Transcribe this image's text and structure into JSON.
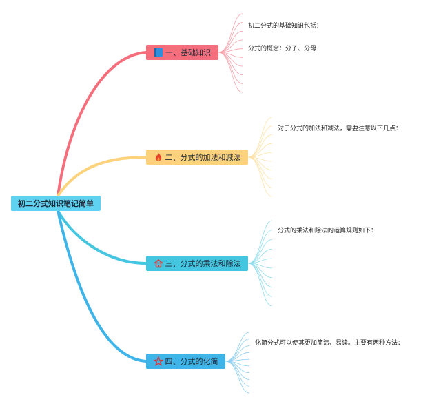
{
  "root": {
    "label": "初二分式知识笔记简单"
  },
  "branches": [
    {
      "label": "一、基础知识",
      "icon": "blue-flag-icon",
      "color": "#f56e7c",
      "notes": [
        "初二分式的基础知识包括：",
        "分式的概念：分子、分母"
      ]
    },
    {
      "label": "二、分式的加法和减法",
      "icon": "fire-icon",
      "color": "#fdd27d",
      "notes": [
        "对于分式的加法和减法，需要注意以下几点："
      ]
    },
    {
      "label": "三、分式的乘法和除法",
      "icon": "house-icon",
      "color": "#45c6e0",
      "notes": [
        "分式的乘法和除法的运算规则如下："
      ]
    },
    {
      "label": "四、分式的化简",
      "icon": "star-icon",
      "color": "#3fb4e8",
      "notes": [
        "化简分式可以使其更加简洁、易读。主要有两种方法："
      ]
    }
  ]
}
